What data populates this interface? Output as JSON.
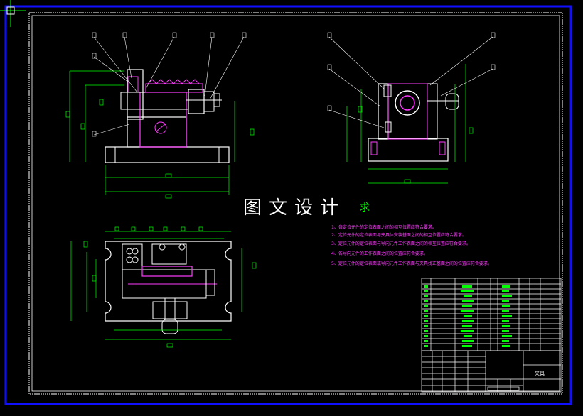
{
  "window": {
    "title": ""
  },
  "drawing": {
    "watermark": "图文设计",
    "requirements_title": "求",
    "requirements": [
      "1、各定位元件的定位表面之间的相互位置应符合要求。",
      "2、定位元件的定位表面与夹具体安装基面之间的相互位置应符合要求。",
      "3、定位元件的定位表面与导向元件工作表面之间的相互位置应符合要求。",
      "4、各导向元件的工作表面之间的位置应符合要求。",
      "5、定位元件的定位表面或导向元件工作表面与夹具找正基面之间的位置应符合要求。"
    ],
    "title_block_label": "夹具",
    "colors": {
      "background": "#000000",
      "frame_outer": "#1010ff",
      "frame_inner": "#ffffff",
      "part_outline": "#ffffff",
      "dimension": "#00ff00",
      "section": "#ff3cff",
      "leader": "#ffffff",
      "table_text": "#00ff00"
    }
  }
}
